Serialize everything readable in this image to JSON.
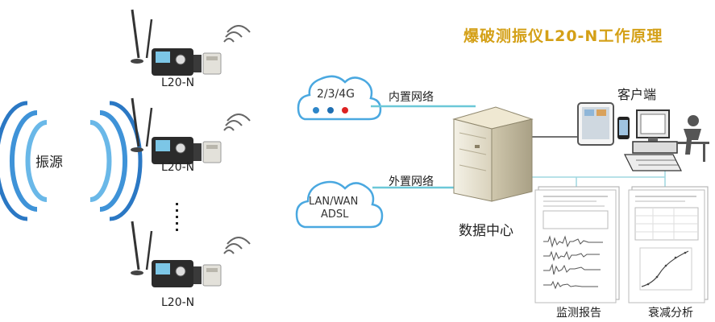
{
  "title": "爆破测振仪L20-N工作原理",
  "source_label": "振源",
  "device_label": "L20-N",
  "network": {
    "cellular_label": "2/3/4G",
    "internal_label": "内置网络",
    "wired_label_line1": "LAN/WAN",
    "wired_label_line2": "ADSL",
    "external_label": "外置网络"
  },
  "datacenter_label": "数据中心",
  "client_label": "客户端",
  "reports": {
    "monitoring_label": "监测报告",
    "attenuation_label": "衰减分析"
  },
  "colors": {
    "title": "#d4a017",
    "cloud_stroke": "#4aa8e0",
    "link_line": "#6cc8d8",
    "wave": "#3f93d8"
  }
}
